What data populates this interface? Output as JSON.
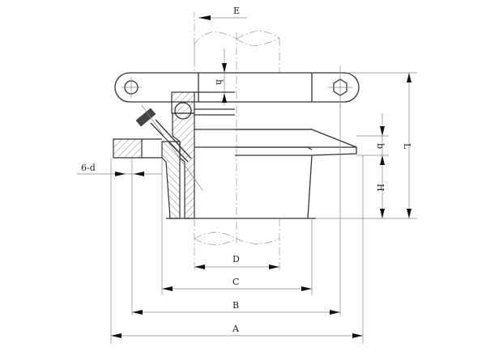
{
  "drawing": {
    "type": "technical-section-drawing",
    "subject": "flanged clamp fitting with swing bolt clamp and port",
    "dimensions": {
      "E": "E",
      "h": "h",
      "b": "b",
      "H": "H",
      "L": "L",
      "D": "D",
      "C": "C",
      "B": "B",
      "A": "A",
      "holes": "6-d"
    },
    "colors": {
      "line": "#333333",
      "thin": "#888888",
      "background": "#ffffff"
    }
  }
}
